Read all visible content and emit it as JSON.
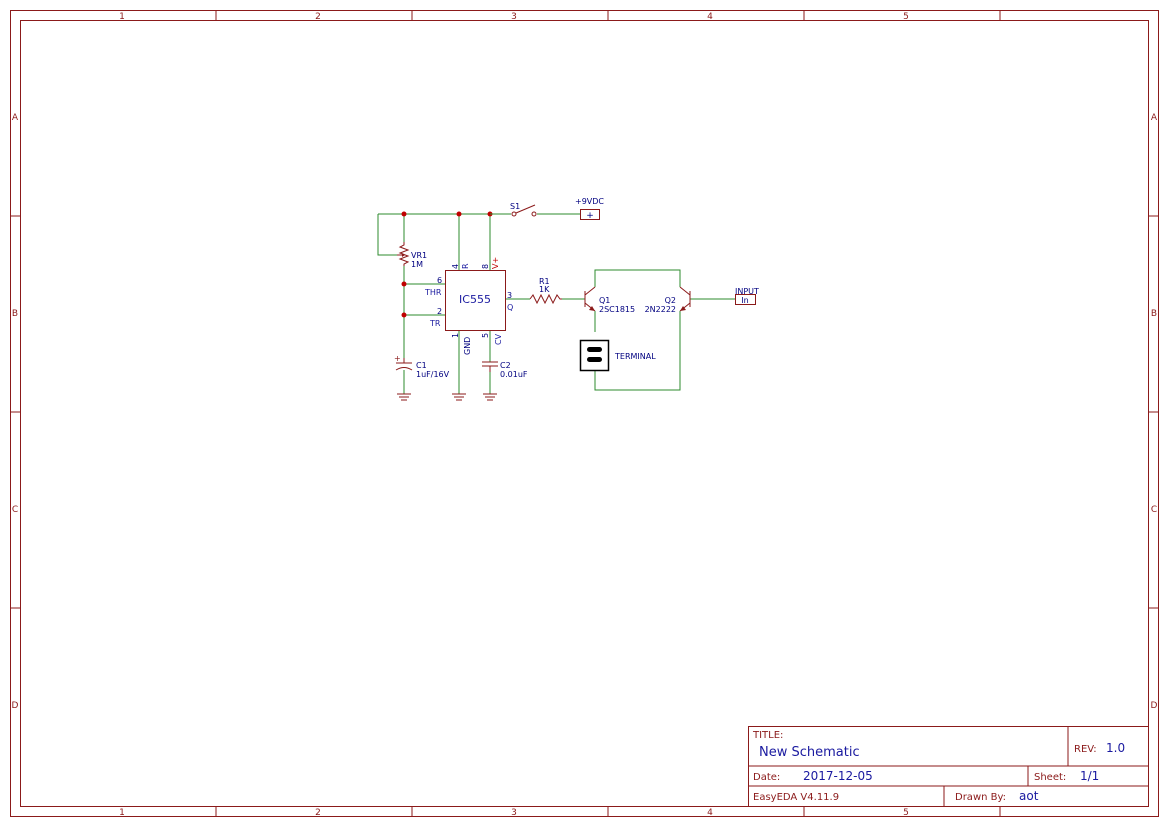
{
  "frame": {
    "columns": [
      "1",
      "2",
      "3",
      "4",
      "5"
    ],
    "rows": [
      "A",
      "B",
      "C",
      "D"
    ]
  },
  "components": {
    "ic": {
      "name": "IC555",
      "pins": {
        "p4": "4",
        "p4_name": "R",
        "p8": "8",
        "p8_name": "V+",
        "p6": "6",
        "p6_name": "THR",
        "p2": "2",
        "p2_name": "TR",
        "p3": "3",
        "p3_name": "Q",
        "p1": "1",
        "p1_name": "GND",
        "p5": "5",
        "p5_name": "CV"
      }
    },
    "vr1": {
      "ref": "VR1",
      "value": "1M"
    },
    "c1": {
      "ref": "C1",
      "value": "1uF/16V"
    },
    "c2": {
      "ref": "C2",
      "value": "0.01uF"
    },
    "r1": {
      "ref": "R1",
      "value": "1K"
    },
    "s1": {
      "ref": "S1"
    },
    "power": {
      "label": "+9VDC",
      "symbol": "+"
    },
    "q1": {
      "ref": "Q1",
      "value": "2SC1815"
    },
    "q2": {
      "ref": "Q2",
      "value": "2N2222"
    },
    "terminal": {
      "label": "TERMINAL"
    },
    "input": {
      "label": "INPUT",
      "port": "In"
    }
  },
  "title_block": {
    "title_label": "TITLE:",
    "title": "New Schematic",
    "rev_label": "REV:",
    "rev": "1.0",
    "date_label": "Date:",
    "date": "2017-12-05",
    "sheet_label": "Sheet:",
    "sheet": "1/1",
    "software": "EasyEDA V4.11.9",
    "drawn_label": "Drawn By:",
    "drawn_by": "aot"
  },
  "colors": {
    "frame": "#8b1a1a",
    "wire": "#2e8b2e",
    "junction": "#c00000",
    "pin_text": "#1a1aa0",
    "part_text": "#000080"
  }
}
